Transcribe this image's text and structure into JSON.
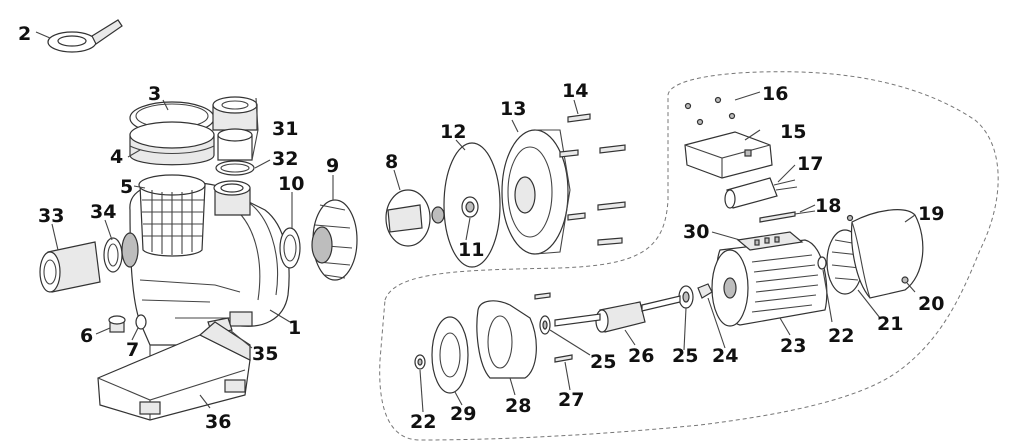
{
  "callouts": [
    {
      "id": "2",
      "label": "2"
    },
    {
      "id": "3",
      "label": "3"
    },
    {
      "id": "4",
      "label": "4"
    },
    {
      "id": "5",
      "label": "5"
    },
    {
      "id": "33",
      "label": "33"
    },
    {
      "id": "34",
      "label": "34"
    },
    {
      "id": "31",
      "label": "31"
    },
    {
      "id": "32",
      "label": "32"
    },
    {
      "id": "10",
      "label": "10"
    },
    {
      "id": "9",
      "label": "9"
    },
    {
      "id": "6",
      "label": "6"
    },
    {
      "id": "7",
      "label": "7"
    },
    {
      "id": "1",
      "label": "1"
    },
    {
      "id": "35",
      "label": "35"
    },
    {
      "id": "36",
      "label": "36"
    },
    {
      "id": "8",
      "label": "8"
    },
    {
      "id": "12",
      "label": "12"
    },
    {
      "id": "11",
      "label": "11"
    },
    {
      "id": "13",
      "label": "13"
    },
    {
      "id": "14",
      "label": "14"
    },
    {
      "id": "16",
      "label": "16"
    },
    {
      "id": "15",
      "label": "15"
    },
    {
      "id": "17",
      "label": "17"
    },
    {
      "id": "18",
      "label": "18"
    },
    {
      "id": "19",
      "label": "19"
    },
    {
      "id": "30",
      "label": "30"
    },
    {
      "id": "20",
      "label": "20"
    },
    {
      "id": "21",
      "label": "21"
    },
    {
      "id": "22a",
      "label": "22"
    },
    {
      "id": "23",
      "label": "23"
    },
    {
      "id": "24",
      "label": "24"
    },
    {
      "id": "25a",
      "label": "25"
    },
    {
      "id": "26",
      "label": "26"
    },
    {
      "id": "25b",
      "label": "25"
    },
    {
      "id": "27",
      "label": "27"
    },
    {
      "id": "28",
      "label": "28"
    },
    {
      "id": "29",
      "label": "29"
    },
    {
      "id": "22b",
      "label": "22"
    }
  ]
}
